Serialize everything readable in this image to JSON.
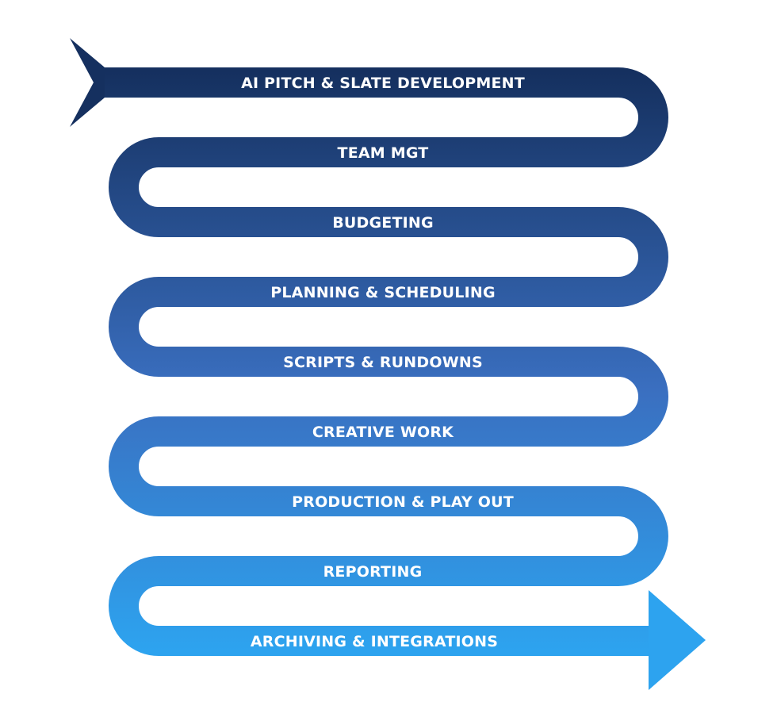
{
  "diagram": {
    "colors": {
      "gradient_start": "#15305f",
      "gradient_end": "#2da3ef",
      "label_text": "#ffffff",
      "background": "#ffffff"
    },
    "steps": [
      {
        "label": "AI PITCH & SLATE DEVELOPMENT"
      },
      {
        "label": "TEAM MGT"
      },
      {
        "label": "BUDGETING"
      },
      {
        "label": "PLANNING & SCHEDULING"
      },
      {
        "label": "SCRIPTS & RUNDOWNS"
      },
      {
        "label": "CREATIVE WORK"
      },
      {
        "label": "PRODUCTION & PLAY OUT"
      },
      {
        "label": "REPORTING"
      },
      {
        "label": "ARCHIVING & INTEGRATIONS"
      }
    ]
  }
}
